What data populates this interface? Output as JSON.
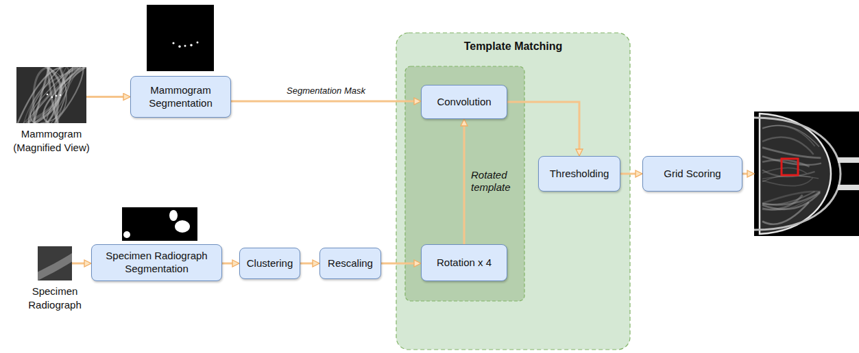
{
  "diagram": {
    "nodes": [
      {
        "text": [
          "Mammogram (Magnified View)"
        ]
      },
      {
        "text": [
          "Mammogram Segmentation"
        ]
      },
      {
        "text": [
          "Template Matching"
        ]
      },
      {
        "text": [
          "Convolution"
        ],
        "in": 2
      },
      {
        "text": [
          "Rotation x 4"
        ],
        "in": 2
      },
      {
        "text": [
          "Thresholding"
        ],
        "in": 2
      },
      {
        "text": [
          "Grid Scoring"
        ]
      },
      {
        "text": [
          "Specimen Radiograph"
        ]
      },
      {
        "text": [
          "Specimen Radiograph Segmentation"
        ]
      },
      {
        "text": [
          "Clustering"
        ]
      },
      {
        "text": [
          "Rescaling"
        ]
      }
    ],
    "edges": [
      {
        "from": 0,
        "to": 1,
        "arrow": "to"
      },
      {
        "from": 1,
        "to": 3,
        "label": "Segmentation Mask",
        "arrow": "to"
      },
      {
        "from": 4,
        "to": 3,
        "label": "Rotated template",
        "arrow": "to"
      },
      {
        "from": 3,
        "to": 5,
        "arrow": "to"
      },
      {
        "from": 5,
        "to": 6,
        "arrow": "to"
      },
      {
        "from": 7,
        "to": 8,
        "arrow": "to"
      },
      {
        "from": 8,
        "to": 9,
        "arrow": "to"
      },
      {
        "from": 9,
        "to": 10,
        "arrow": "to"
      },
      {
        "from": 10,
        "to": 4,
        "arrow": "to"
      }
    ]
  }
}
